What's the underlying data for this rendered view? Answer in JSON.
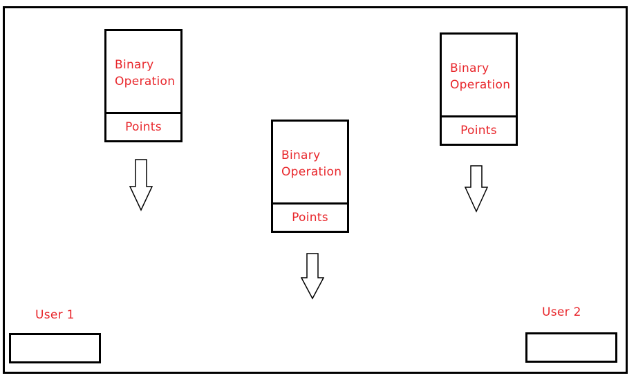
{
  "blocks": [
    {
      "operation_line1": "Binary",
      "operation_line2": "Operation",
      "points_label": "Points"
    },
    {
      "operation_line1": "Binary",
      "operation_line2": "Operation",
      "points_label": "Points"
    },
    {
      "operation_line1": "Binary",
      "operation_line2": "Operation",
      "points_label": "Points"
    }
  ],
  "users": [
    {
      "label": "User 1"
    },
    {
      "label": "User 2"
    }
  ],
  "colors": {
    "text": "#e8262b",
    "lines": "#000000"
  }
}
